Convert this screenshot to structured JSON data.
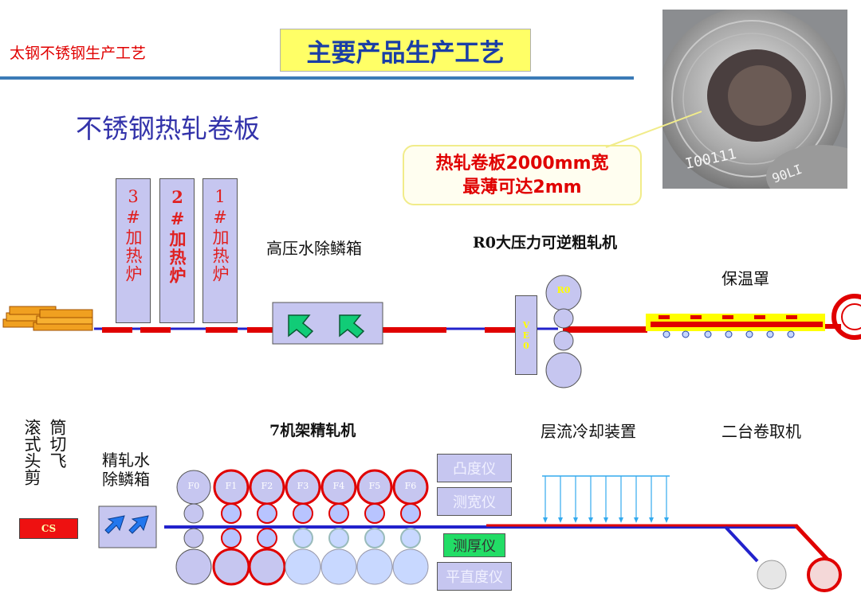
{
  "header": {
    "company": "太钢不锈钢生产工艺",
    "title": "主要产品生产工艺"
  },
  "section_title": "不锈钢热轧卷板",
  "callout": {
    "line1": "热轧卷板2000mm宽",
    "line2": "最薄可达2mm"
  },
  "top_line": {
    "furnaces": [
      {
        "label": "3#加热炉",
        "bold": false
      },
      {
        "label": "2#加热炉",
        "bold": true
      },
      {
        "label": "1#加热炉",
        "bold": false
      }
    ],
    "descaler_label": "高压水除鳞箱",
    "roughing_mill_label": "R0大压力可逆粗轧机",
    "roughing_stand": "R0",
    "edger": "VE0",
    "cover_label": "保温罩"
  },
  "bottom_line": {
    "shear_label_1": "滚式头剪",
    "shear_label_2": "筒切飞",
    "cs": "CS",
    "descaler_label_1": "精轧水",
    "descaler_label_2": "除鳞箱",
    "finishing_mill_label": "7机架精轧机",
    "stands": [
      "F0",
      "F1",
      "F2",
      "F3",
      "F4",
      "F5",
      "F6"
    ],
    "cooling_label": "层流冷却装置",
    "coiler_label": "二台卷取机",
    "instruments": [
      {
        "label": "凸度仪",
        "highlight": false
      },
      {
        "label": "测宽仪",
        "highlight": false
      },
      {
        "label": "测厚仪",
        "highlight": true
      },
      {
        "label": "平直度仪",
        "highlight": false
      }
    ]
  },
  "colors": {
    "title_bg": "#ffff66",
    "title_text": "#1a3ea6",
    "red": "#e00000",
    "line_blue": "#2222cc",
    "box_fill": "#c6c6f0",
    "highlight_green": "#22dd66",
    "cooling_blue": "#33aaee",
    "rule_blue": "#3b7bb7"
  }
}
